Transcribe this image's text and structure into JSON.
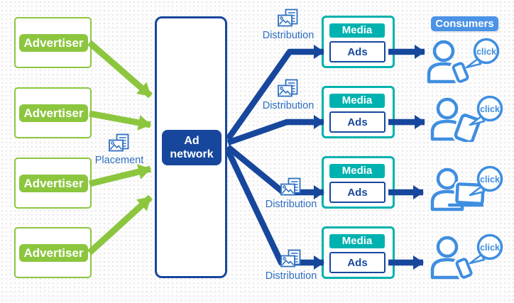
{
  "advertisers": [
    {
      "label": "Advertiser"
    },
    {
      "label": "Advertiser"
    },
    {
      "label": "Advertiser"
    },
    {
      "label": "Advertiser"
    }
  ],
  "ad_network": {
    "label": "Ad network",
    "line1": "Ad",
    "line2": "network"
  },
  "placement": {
    "label": "Placement",
    "icon": "document-image-icon"
  },
  "rows": [
    {
      "distribution_label": "Distribution",
      "distribution_icon": "document-image-icon",
      "media_label": "Media",
      "ads_label": "Ads",
      "consumer_device": "smartphone",
      "click_label": "click"
    },
    {
      "distribution_label": "Distribution",
      "distribution_icon": "document-image-icon",
      "media_label": "Media",
      "ads_label": "Ads",
      "consumer_device": "tablet",
      "click_label": "click"
    },
    {
      "distribution_label": "Distribution",
      "distribution_icon": "document-image-icon",
      "media_label": "Media",
      "ads_label": "Ads",
      "consumer_device": "laptop",
      "click_label": "click"
    },
    {
      "distribution_label": "Distribution",
      "distribution_icon": "document-image-icon",
      "media_label": "Media",
      "ads_label": "Ads",
      "consumer_device": "smartphone",
      "click_label": "click"
    }
  ],
  "consumers": {
    "label": "Consumers"
  },
  "colors": {
    "advertiser_green": "#8cc63f",
    "network_navy": "#17479d",
    "media_teal": "#00b2af",
    "consumer_blue": "#3f8ee0",
    "consumers_badge_blue": "#4b93e6",
    "annotation_text_blue": "#2e6fc0"
  }
}
